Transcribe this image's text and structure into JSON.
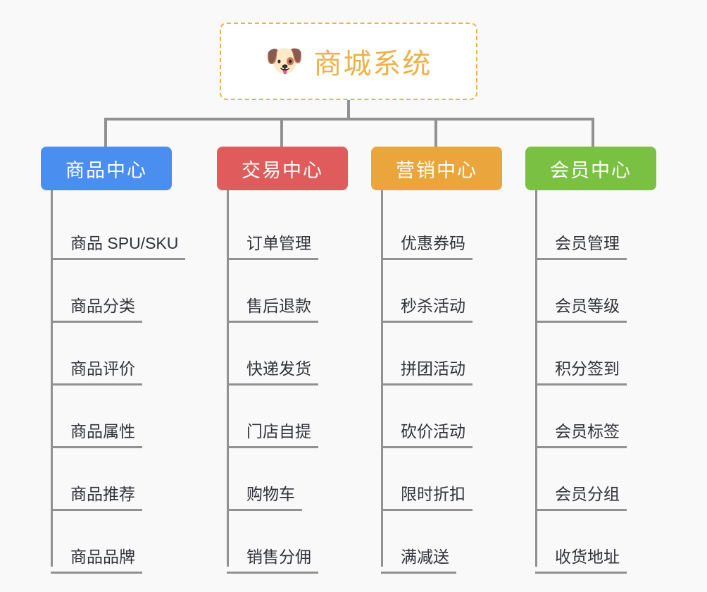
{
  "diagram": {
    "type": "org-chart",
    "background_color": "#f9f9f9",
    "connector_color": "#919191",
    "root": {
      "title": "商城系统",
      "icon": "shiba-dog-face-emoji",
      "emoji": "🐶",
      "text_color": "#edb14a",
      "border_color": "#edb14a",
      "border_style": "dashed",
      "background_color": "#ffffff"
    },
    "columns": [
      {
        "id": "product-center",
        "header": "商品中心",
        "color": "#4a8ef0",
        "items": [
          "商品 SPU/SKU",
          "商品分类",
          "商品评价",
          "商品属性",
          "商品推荐",
          "商品品牌"
        ]
      },
      {
        "id": "trade-center",
        "header": "交易中心",
        "color": "#e05c5c",
        "items": [
          "订单管理",
          "售后退款",
          "快递发货",
          "门店自提",
          "购物车",
          "销售分佣"
        ]
      },
      {
        "id": "marketing-center",
        "header": "营销中心",
        "color": "#eaa63c",
        "items": [
          "优惠券码",
          "秒杀活动",
          "拼团活动",
          "砍价活动",
          "限时折扣",
          "满减送"
        ]
      },
      {
        "id": "member-center",
        "header": "会员中心",
        "color": "#7ac143",
        "items": [
          "会员管理",
          "会员等级",
          "积分签到",
          "会员标签",
          "会员分组",
          "收货地址"
        ]
      }
    ]
  }
}
